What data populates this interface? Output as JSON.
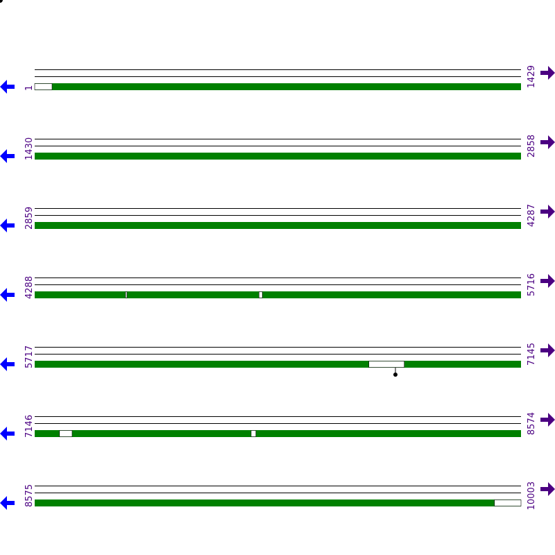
{
  "colors": {
    "feature": "#008000",
    "gap": "#ffffff",
    "line": "#000000",
    "left_arrow": "#0000ff",
    "right_arrow": "#4b0082",
    "label": "#4b0082"
  },
  "icons": {
    "left": "arrow-left-icon",
    "right": "arrow-right-icon"
  },
  "sequence": {
    "start": 1,
    "end": 10003,
    "row_length": 1429
  },
  "rows": [
    {
      "start_label": "1",
      "end_label": "1429",
      "start": 1,
      "end": 1429,
      "gaps": [
        [
          1,
          51
        ]
      ],
      "pins": []
    },
    {
      "start_label": "1430",
      "end_label": "2858",
      "start": 1430,
      "end": 2858,
      "gaps": [],
      "pins": []
    },
    {
      "start_label": "2859",
      "end_label": "4287",
      "start": 2859,
      "end": 4287,
      "gaps": [],
      "pins": []
    },
    {
      "start_label": "4288",
      "end_label": "5716",
      "start": 4288,
      "end": 5716,
      "gaps": [
        [
          4555,
          4556
        ],
        [
          4947,
          4956
        ]
      ],
      "pins": []
    },
    {
      "start_label": "5717",
      "end_label": "7145",
      "start": 5717,
      "end": 7145,
      "gaps": [
        [
          6699,
          6802
        ]
      ],
      "pins": [
        6777
      ]
    },
    {
      "start_label": "7146",
      "end_label": "8574",
      "start": 7146,
      "end": 8574,
      "gaps": [
        [
          7219,
          7255
        ],
        [
          7782,
          7795
        ]
      ],
      "pins": []
    },
    {
      "start_label": "8575",
      "end_label": "10003",
      "start": 8575,
      "end": 10003,
      "gaps": [
        [
          9926,
          10003
        ]
      ],
      "pins": []
    }
  ]
}
